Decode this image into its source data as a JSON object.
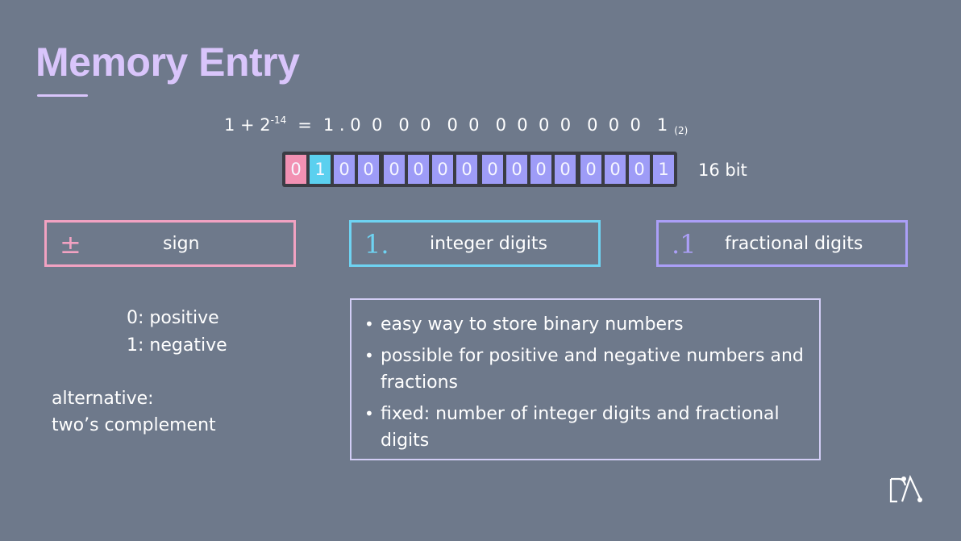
{
  "slide": {
    "title": "Memory Entry"
  },
  "equation": {
    "lhs_base": "1 + 2",
    "lhs_exponent": "-14",
    "equals": "=",
    "rhs": "1 . 0  0   0  0   0  0   0  0  0  0   0  0  0   1",
    "subscript": "(2)"
  },
  "bits": {
    "values": [
      "0",
      "1",
      "0",
      "0",
      "0",
      "0",
      "0",
      "0",
      "0",
      "0",
      "0",
      "0",
      "0",
      "0",
      "0",
      "1"
    ],
    "label": "16 bit",
    "colors": {
      "sign": "#f291b3",
      "integer": "#5bd0ef",
      "fraction": "#9e9cf7"
    }
  },
  "cards": {
    "sign": {
      "symbol": "±",
      "label": "sign",
      "color": "#f2a2c2"
    },
    "integer": {
      "symbol": "1.",
      "label": "integer digits",
      "color": "#6ed3f2"
    },
    "fraction": {
      "symbol": ".1",
      "label": "fractional digits",
      "color": "#ab9ff8"
    }
  },
  "sign_values": {
    "positive": "0: positive",
    "negative": "1: negative"
  },
  "alternative": {
    "line1": "alternative:",
    "line2": "two’s complement"
  },
  "notes": {
    "items": [
      "easy way to store binary numbers",
      "possible for positive and negative numbers and fractions",
      "fixed: number of integer digits and fractional digits"
    ]
  },
  "logo": {
    "icon": "da-logo-icon"
  }
}
